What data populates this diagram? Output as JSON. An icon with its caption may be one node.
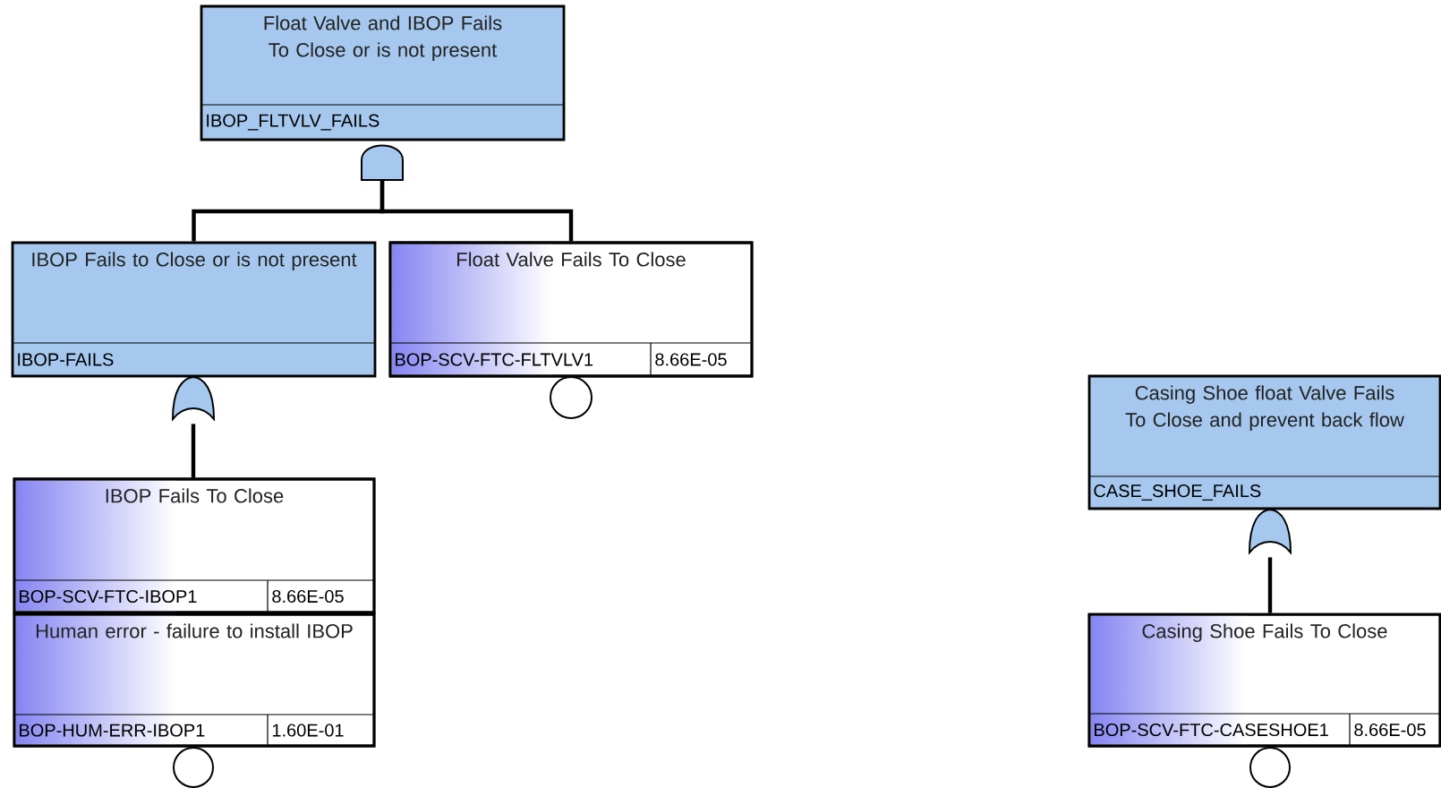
{
  "diagram": {
    "nodes": [
      {
        "text": [
          "Float Valve and IBOP Fails To Close or is not present",
          "IBOP_FLTVLV_FAILS"
        ]
      },
      {
        "text": [],
        "shape": "and-gate"
      },
      {
        "text": [
          "IBOP Fails to Close or is not present",
          "IBOP-FAILS"
        ]
      },
      {
        "text": [
          "Float Valve Fails To Close",
          "BOP-SCV-FTC-FLTVLV1",
          "8.66E-05"
        ]
      },
      {
        "text": [],
        "shape": "or-gate"
      },
      {
        "text": [],
        "shape": "circle"
      },
      {
        "text": [
          "IBOP Fails To Close",
          "BOP-SCV-FTC-IBOP1",
          "8.66E-05"
        ]
      },
      {
        "text": [
          "Human error - failure to install IBOP",
          "BOP-HUM-ERR-IBOP1",
          "1.60E-01"
        ]
      },
      {
        "text": [],
        "shape": "circle"
      },
      {
        "text": [
          "Casing Shoe float Valve Fails To Close and prevent back flow",
          "CASE_SHOE_FAILS"
        ]
      },
      {
        "text": [],
        "shape": "or-gate"
      },
      {
        "text": [
          "Casing Shoe Fails To Close",
          "BOP-SCV-FTC-CASESHOE1",
          "8.66E-05"
        ]
      },
      {
        "text": [],
        "shape": "circle"
      }
    ],
    "edges": [
      {
        "from": 1,
        "to": 2,
        "arrow": "none"
      },
      {
        "from": 1,
        "to": 3,
        "arrow": "none"
      },
      {
        "from": 4,
        "to": 6,
        "arrow": "none"
      },
      {
        "from": 10,
        "to": 11,
        "arrow": "none"
      }
    ]
  }
}
